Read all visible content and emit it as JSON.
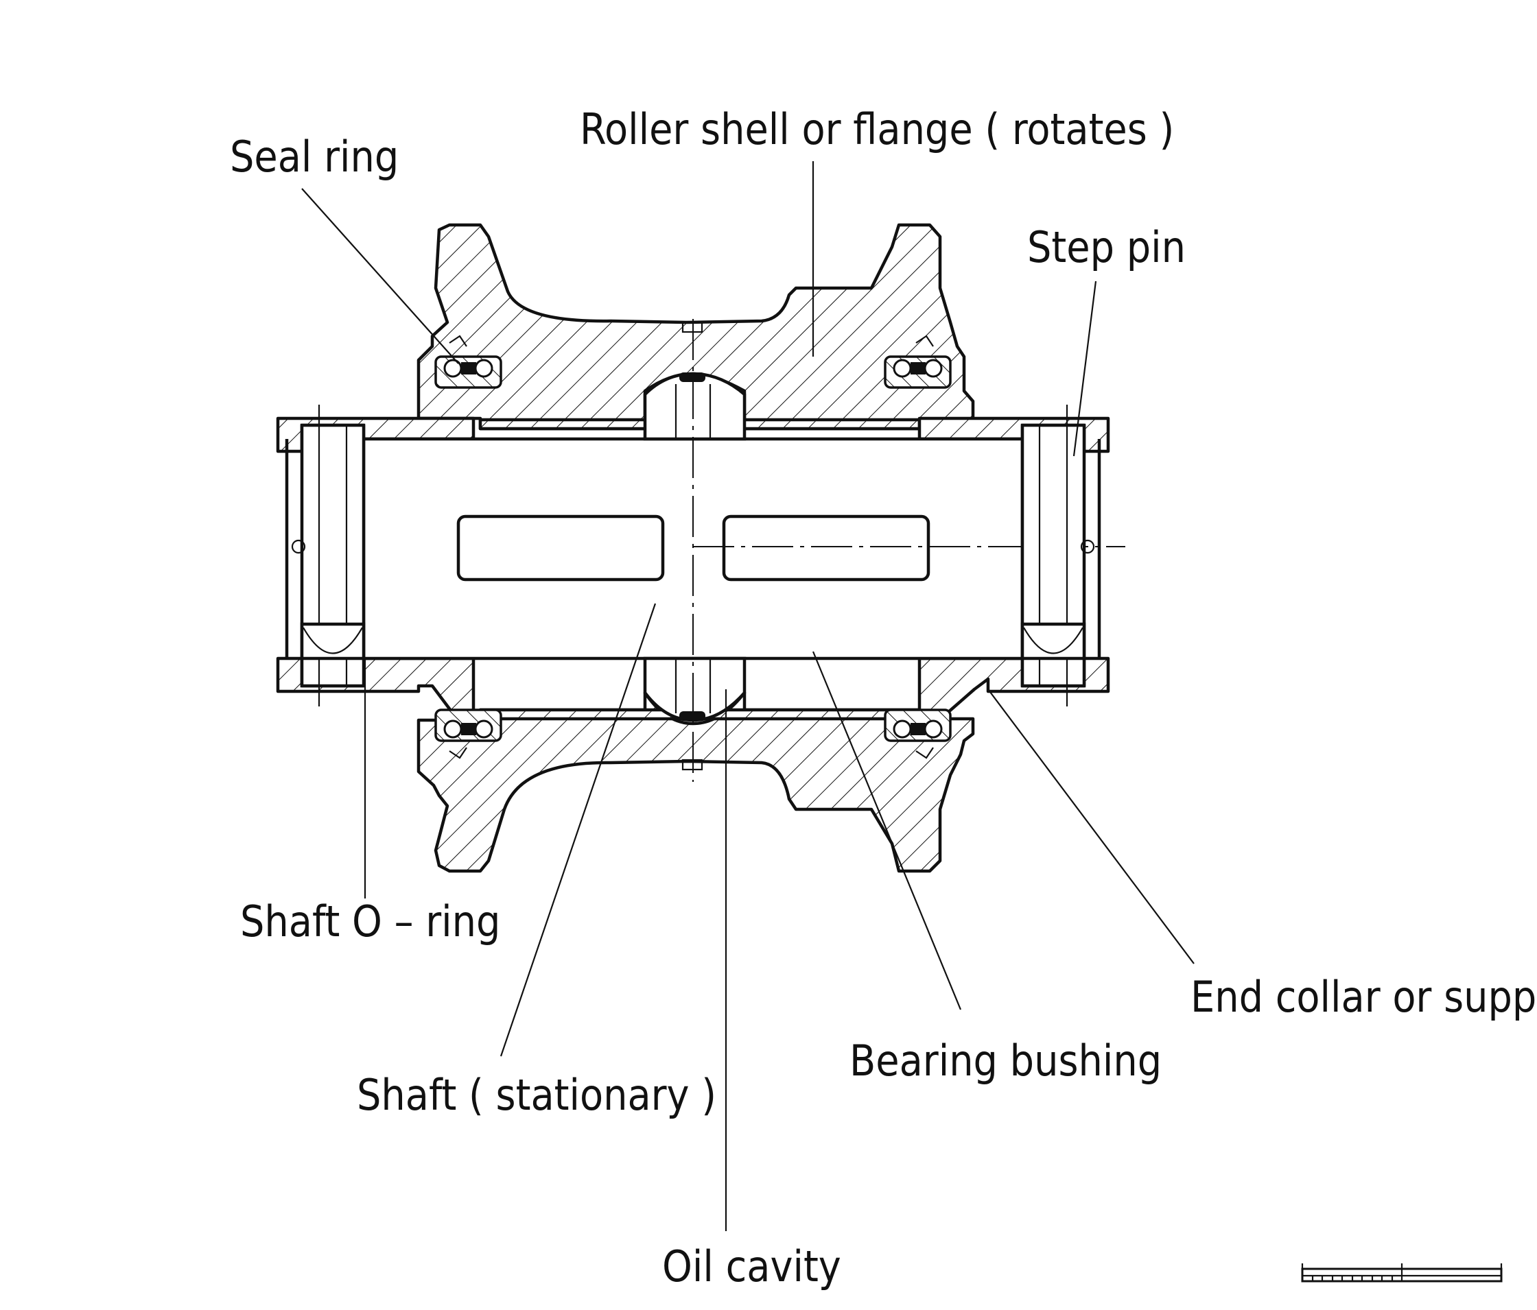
{
  "labels": {
    "seal_ring": "Seal ring",
    "roller_shell": "Roller shell or flange ( rotates )",
    "step_pin": "Step pin",
    "shaft_o_ring": "Shaft O – ring",
    "end_collar": "End collar or support",
    "bearing_bushing": "Bearing bushing",
    "shaft": "Shaft ( stationary )",
    "oil_cavity": "Oil cavity"
  }
}
